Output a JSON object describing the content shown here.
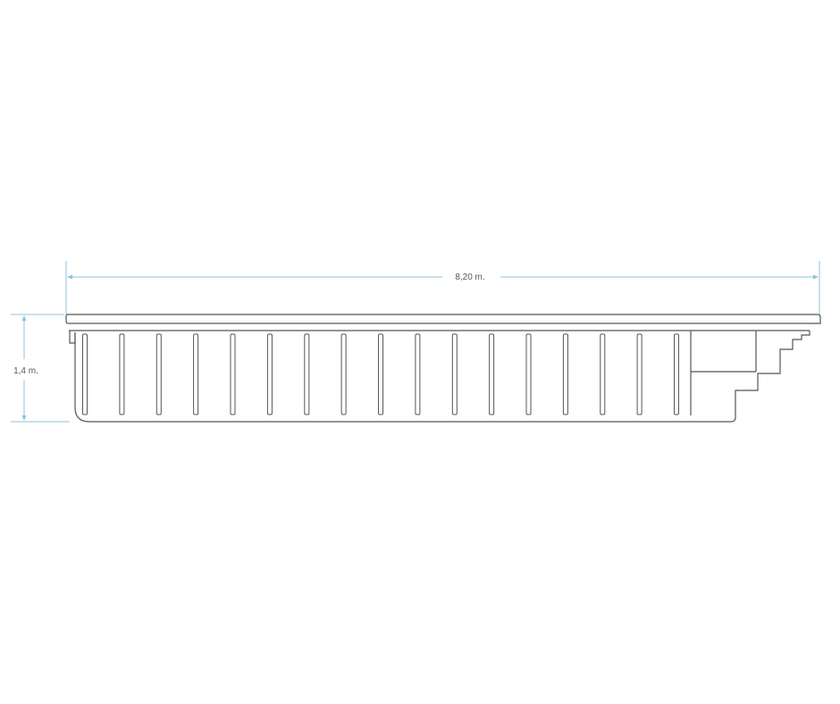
{
  "dimensions": {
    "length_label": "8,20 m.",
    "depth_label": "1,4 m."
  },
  "colors": {
    "outline": "#555555",
    "dimension_line": "#8fc3dd",
    "background": "#ffffff"
  },
  "pool": {
    "rib_count": 17
  }
}
